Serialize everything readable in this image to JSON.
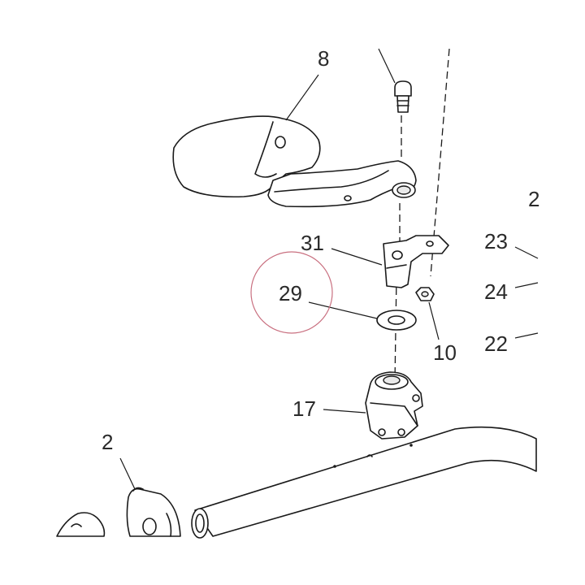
{
  "callouts": {
    "c8": "8",
    "c31": "31",
    "c29": "29",
    "c10": "10",
    "c17": "17",
    "c2": "2",
    "c23": "23",
    "c24": "24",
    "c22": "22",
    "c_partial": "2"
  },
  "highlight": {
    "target": "29",
    "color": "#c97080"
  }
}
